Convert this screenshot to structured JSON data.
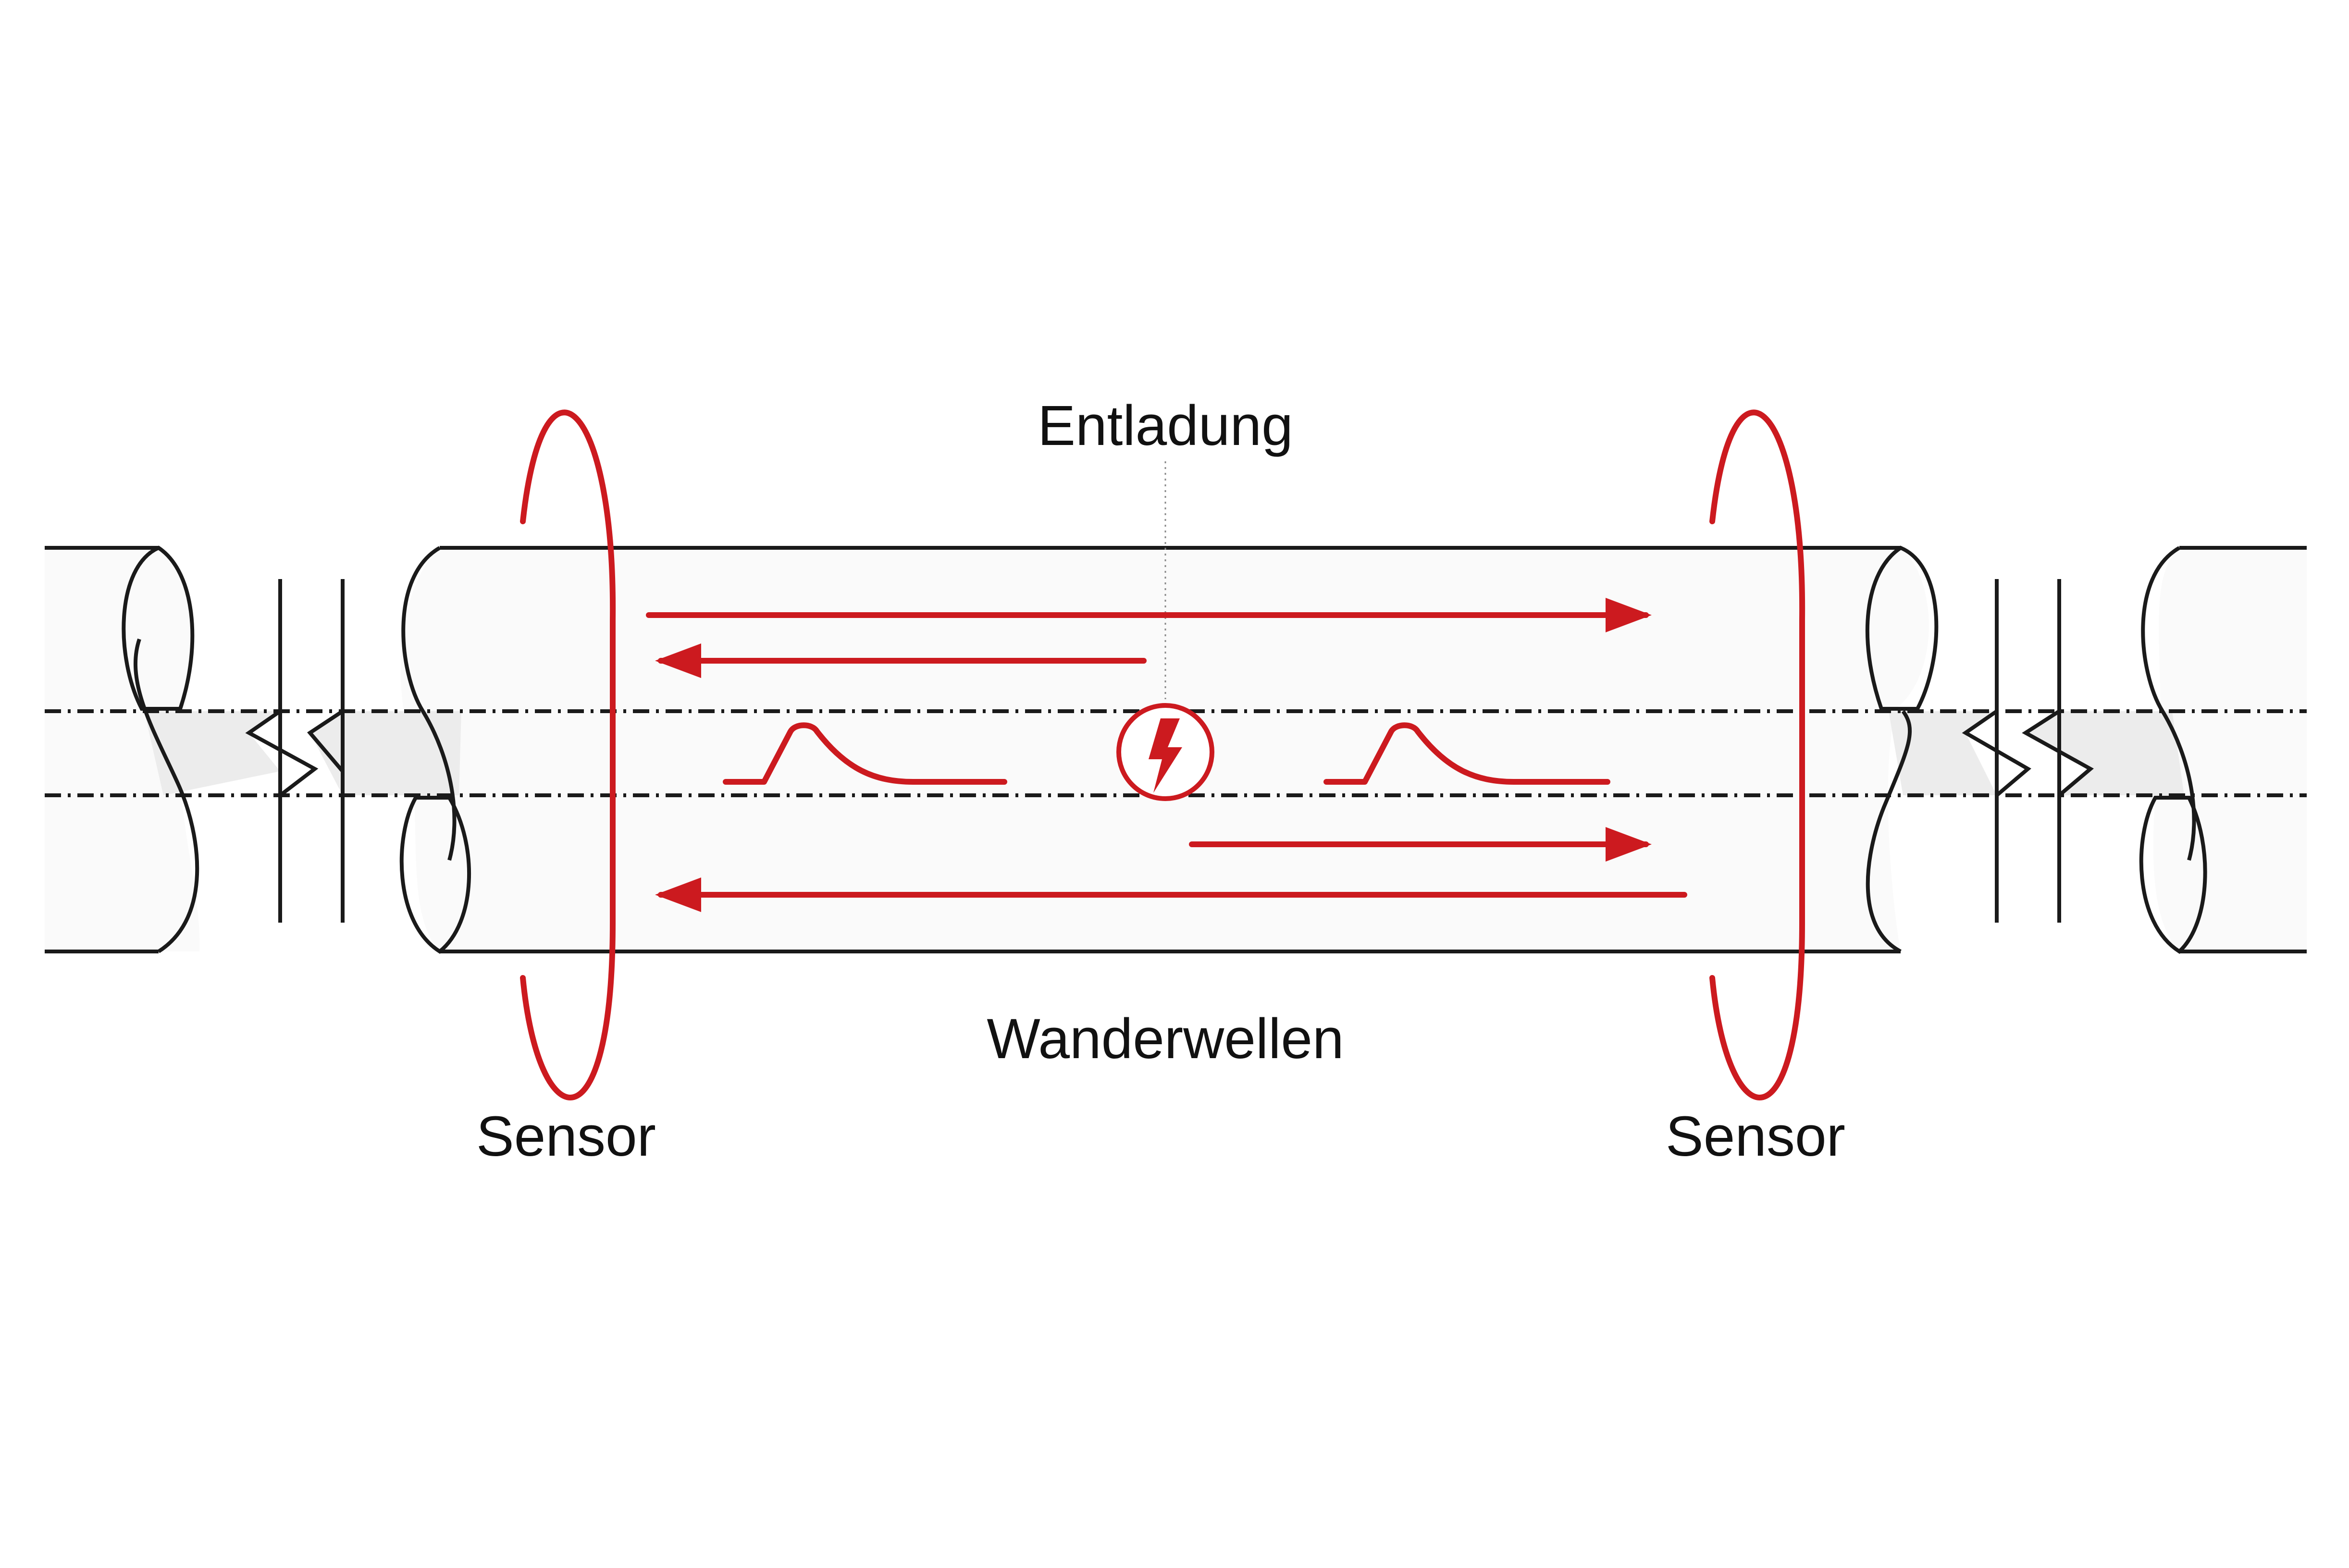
{
  "labels": {
    "discharge": "Entladung",
    "traveling_waves": "Wanderwellen",
    "sensor_left": "Sensor",
    "sensor_right": "Sensor"
  },
  "colors": {
    "accent": "#cc1a1f",
    "outline": "#1a1a1a",
    "pipe_fill": "#fafafa",
    "cut_fill": "#c8c8c8",
    "core_fill": "#ececec"
  },
  "icons": {
    "discharge_symbol": "lightning-bolt-icon"
  }
}
